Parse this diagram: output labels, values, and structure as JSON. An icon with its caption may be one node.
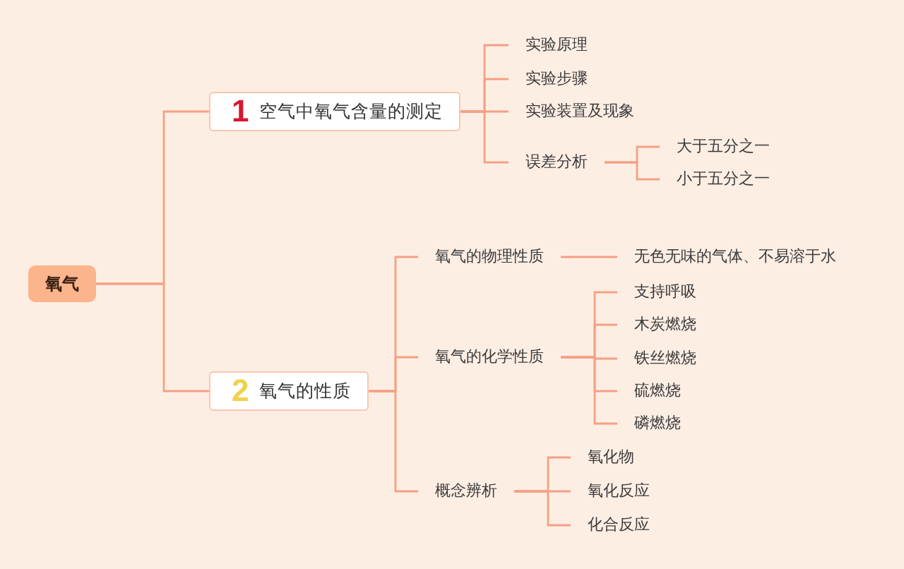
{
  "diagram": {
    "nodes": [
      {
        "text": [
          "氧气"
        ]
      },
      {
        "text": [
          "1",
          "空气中氧气含量的测定"
        ]
      },
      {
        "text": [
          "实验原理"
        ]
      },
      {
        "text": [
          "实验步骤"
        ]
      },
      {
        "text": [
          "实验装置及现象"
        ]
      },
      {
        "text": [
          "误差分析"
        ]
      },
      {
        "text": [
          "大于五分之一"
        ]
      },
      {
        "text": [
          "小于五分之一"
        ]
      },
      {
        "text": [
          "2",
          "氧气的性质"
        ]
      },
      {
        "text": [
          "氧气的物理性质"
        ]
      },
      {
        "text": [
          "无色无味的气体、不易溶于水"
        ]
      },
      {
        "text": [
          "氧气的化学性质"
        ]
      },
      {
        "text": [
          "支持呼吸"
        ]
      },
      {
        "text": [
          "木炭燃烧"
        ]
      },
      {
        "text": [
          "铁丝燃烧"
        ]
      },
      {
        "text": [
          "硫燃烧"
        ]
      },
      {
        "text": [
          "磷燃烧"
        ]
      },
      {
        "text": [
          "概念辨析"
        ]
      },
      {
        "text": [
          "氧化物"
        ]
      },
      {
        "text": [
          "氧化反应"
        ]
      },
      {
        "text": [
          "化合反应"
        ]
      }
    ],
    "edges": [
      {
        "from": 0,
        "to": 1,
        "arrow": "none"
      },
      {
        "from": 0,
        "to": 8,
        "arrow": "none"
      },
      {
        "from": 1,
        "to": 2,
        "arrow": "none"
      },
      {
        "from": 1,
        "to": 3,
        "arrow": "none"
      },
      {
        "from": 1,
        "to": 4,
        "arrow": "none"
      },
      {
        "from": 1,
        "to": 5,
        "arrow": "none"
      },
      {
        "from": 5,
        "to": 6,
        "arrow": "none"
      },
      {
        "from": 5,
        "to": 7,
        "arrow": "none"
      },
      {
        "from": 8,
        "to": 9,
        "arrow": "none"
      },
      {
        "from": 8,
        "to": 11,
        "arrow": "none"
      },
      {
        "from": 8,
        "to": 17,
        "arrow": "none"
      },
      {
        "from": 9,
        "to": 10,
        "arrow": "none"
      },
      {
        "from": 11,
        "to": 12,
        "arrow": "none"
      },
      {
        "from": 11,
        "to": 13,
        "arrow": "none"
      },
      {
        "from": 11,
        "to": 14,
        "arrow": "none"
      },
      {
        "from": 11,
        "to": 15,
        "arrow": "none"
      },
      {
        "from": 11,
        "to": 16,
        "arrow": "none"
      },
      {
        "from": 17,
        "to": 18,
        "arrow": "none"
      },
      {
        "from": 17,
        "to": 19,
        "arrow": "none"
      },
      {
        "from": 17,
        "to": 20,
        "arrow": "none"
      }
    ]
  }
}
